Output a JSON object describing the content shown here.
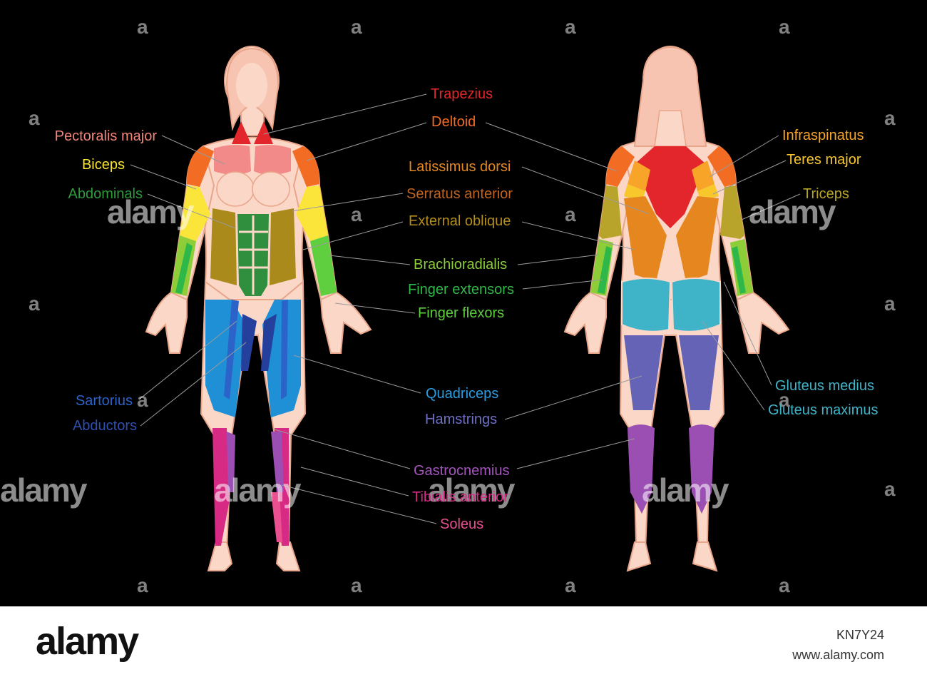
{
  "colors": {
    "background": "#000000",
    "skin": "#fbd7c7",
    "skin_outline": "#e8a58a",
    "trapezius": "#e3262b",
    "deltoid": "#f26c24",
    "pectoralis": "#f38a8a",
    "biceps": "#fbe53a",
    "abdominals": "#2f8f3e",
    "latissimus": "#e5861e",
    "serratus": "#b46a1e",
    "oblique": "#a98a1a",
    "brachioradialis": "#8ccd38",
    "finger_ext": "#2fb84a",
    "finger_flex": "#5fcf3f",
    "quadriceps": "#1f8fd6",
    "sartorius": "#2c63c9",
    "abductors": "#24409c",
    "hamstrings": "#6563b5",
    "gastrocnemius": "#9c4fb3",
    "tibialis": "#d62a84",
    "soleus": "#ea4f90",
    "gluteus": "#3fb4c9",
    "infraspinatus": "#f7a428",
    "teres": "#f7c72c",
    "triceps": "#b8a42a"
  },
  "labels": [
    {
      "key": "trapezius",
      "text": "Trapezius",
      "color": "#e3262b"
    },
    {
      "key": "deltoid",
      "text": "Deltoid",
      "color": "#f26c24"
    },
    {
      "key": "pectoralis",
      "text": "Pectoralis major",
      "color": "#f3857a"
    },
    {
      "key": "biceps",
      "text": "Biceps",
      "color": "#f9e431"
    },
    {
      "key": "abdominals",
      "text": "Abdominals",
      "color": "#2f9a3e"
    },
    {
      "key": "latissimus",
      "text": "Latissimus dorsi",
      "color": "#e5861e"
    },
    {
      "key": "serratus",
      "text": "Serratus anterior",
      "color": "#c0641e"
    },
    {
      "key": "oblique",
      "text": "External oblique",
      "color": "#b38e1a"
    },
    {
      "key": "brachioradialis",
      "text": "Brachioradialis",
      "color": "#8ccd38"
    },
    {
      "key": "finger_ext",
      "text": "Finger extensors",
      "color": "#2fb84a"
    },
    {
      "key": "finger_flex",
      "text": "Finger flexors",
      "color": "#5fcf3f"
    },
    {
      "key": "sartorius",
      "text": "Sartorius",
      "color": "#2c63c9"
    },
    {
      "key": "abductors",
      "text": "Abductors",
      "color": "#2f4fb0"
    },
    {
      "key": "quadriceps",
      "text": "Quadriceps",
      "color": "#2a9ce0"
    },
    {
      "key": "hamstrings",
      "text": "Hamstrings",
      "color": "#6f6fc4"
    },
    {
      "key": "gastrocnemius",
      "text": "Gastrocnemius",
      "color": "#a455bd"
    },
    {
      "key": "tibialis",
      "text": "Tibialis anterior",
      "color": "#d62a84"
    },
    {
      "key": "soleus",
      "text": "Soleus",
      "color": "#ea4f90"
    },
    {
      "key": "infraspinatus",
      "text": "Infraspinatus",
      "color": "#f7a428"
    },
    {
      "key": "teres",
      "text": "Teres major",
      "color": "#f7c72c"
    },
    {
      "key": "triceps",
      "text": "Triceps",
      "color": "#b8a42a"
    },
    {
      "key": "gluteus_medius",
      "text": "Gluteus medius",
      "color": "#3fb4c9"
    },
    {
      "key": "gluteus_maximus",
      "text": "Gluteus maximus",
      "color": "#3fb4c9"
    }
  ],
  "footer": {
    "brand": "alamy",
    "image_code": "KN7Y24",
    "url": "www.alamy.com"
  },
  "watermark": {
    "word": "alamy",
    "letter": "a"
  }
}
